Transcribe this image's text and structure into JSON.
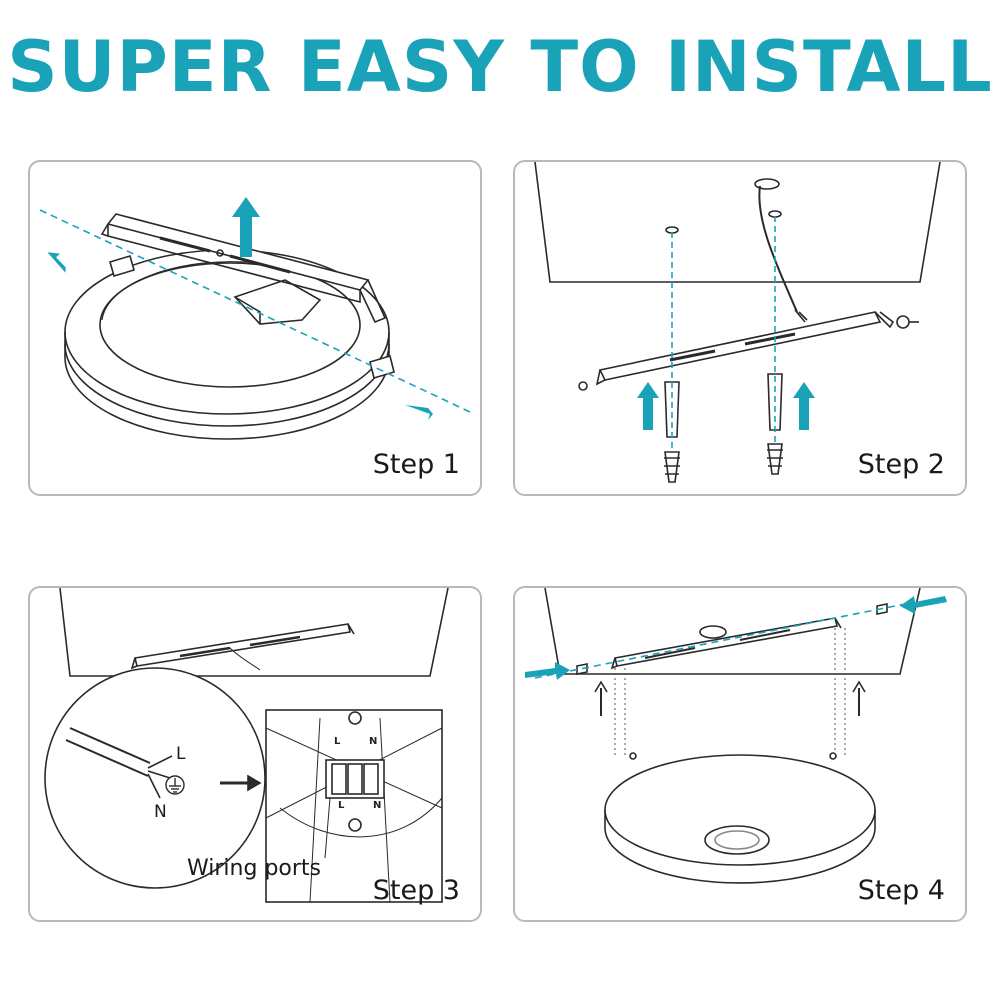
{
  "title": "SUPER EASY TO INSTALL",
  "colors": {
    "accent": "#1aa3b8",
    "line": "#2a2a2a",
    "border": "#b9b9b9"
  },
  "steps": [
    {
      "label": "Step 1"
    },
    {
      "label": "Step 2"
    },
    {
      "label": "Step 3"
    },
    {
      "label": "Step 4"
    }
  ],
  "wiring": {
    "caption": "Wiring ports",
    "wire_labels": {
      "live": "L",
      "neutral": "N"
    },
    "terminal_labels": {
      "live": "L",
      "neutral": "N"
    },
    "ground_icon": "ground-icon"
  }
}
